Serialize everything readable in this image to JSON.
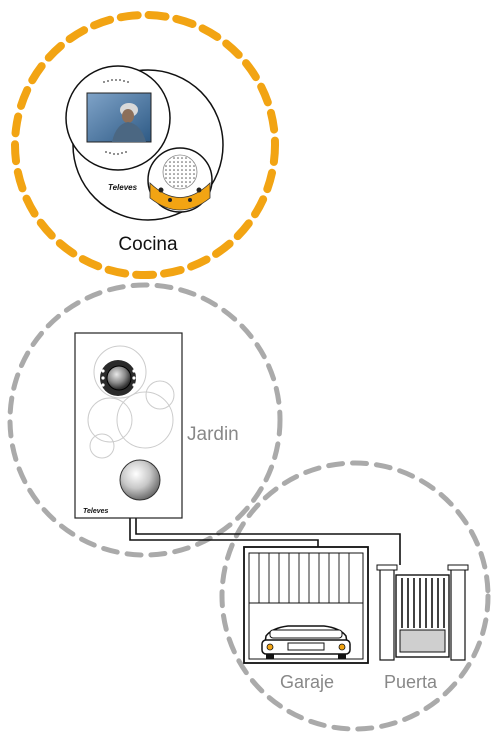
{
  "zones": [
    {
      "id": "kitchen",
      "label": "Cocina",
      "color": "#f2a413"
    },
    {
      "id": "garden",
      "label": "Jardin",
      "color": "#aaaaaa"
    },
    {
      "id": "garage",
      "label": "Garaje",
      "color": "#aaaaaa"
    },
    {
      "id": "gate",
      "label": "Puerta",
      "color": "#aaaaaa"
    }
  ],
  "devices": {
    "monitor_brand": "Televes",
    "panel_brand": "Televes"
  },
  "colors": {
    "accent": "#f2a413",
    "dashed_gray": "#aaaaaa",
    "wire": "#111111"
  }
}
